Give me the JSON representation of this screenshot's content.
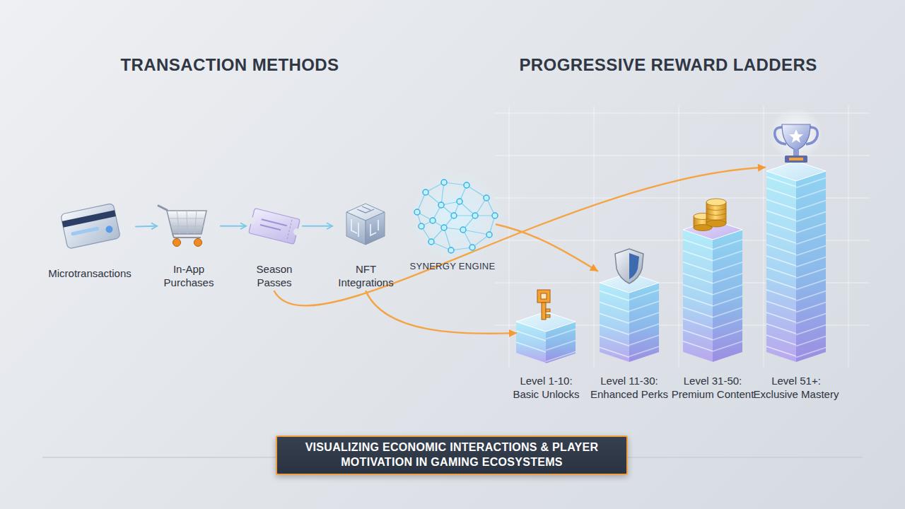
{
  "diagram": {
    "caption": "VISUALIZING ECONOMIC INTERACTIONS & PLAYER MOTIVATION IN GAMING ECOSYSTEMS",
    "nodes": [
      {
        "text": [
          "Microtransactions"
        ]
      },
      {
        "text": [
          "In-App Purchases"
        ]
      },
      {
        "text": [
          "Season Passes"
        ]
      },
      {
        "text": [
          "NFT Integrations"
        ]
      },
      {
        "text": [
          "SYNERGY ENGINE"
        ]
      },
      {
        "text": [
          "Level 1-10: Basic Unlocks"
        ]
      },
      {
        "text": [
          "Level 11-30: Enhanced Perks"
        ]
      },
      {
        "text": [
          "Level 31-50: Premium Content"
        ]
      },
      {
        "text": [
          "Level 51+: Exclusive Mastery"
        ]
      }
    ],
    "edges": [
      {
        "from": 0,
        "to": 1,
        "arrow": "to"
      },
      {
        "from": 1,
        "to": 2,
        "arrow": "to"
      },
      {
        "from": 2,
        "to": 3,
        "arrow": "to"
      },
      {
        "from": 2,
        "to": 8,
        "arrow": "to"
      },
      {
        "from": 3,
        "to": 5,
        "arrow": "to"
      },
      {
        "from": 4,
        "to": 6,
        "arrow": "to"
      }
    ],
    "labels": [
      "TRANSACTION METHODS",
      "PROGRESSIVE REWARD LADDERS"
    ]
  }
}
